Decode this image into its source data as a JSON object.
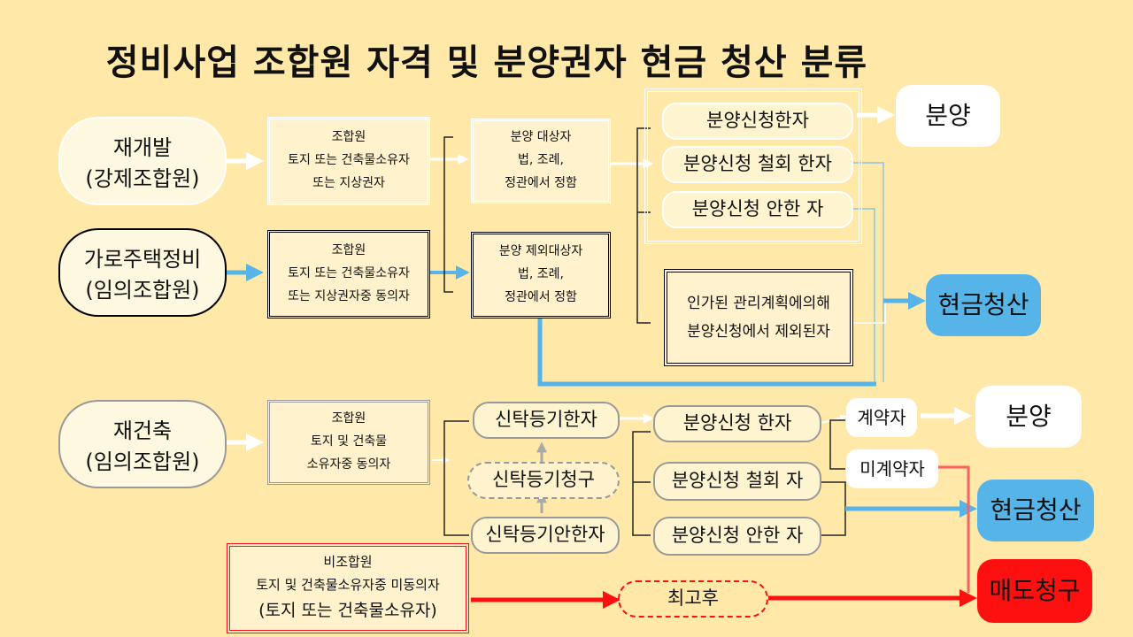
{
  "title": "정비사업 조합원 자격 및 분양권자 현금 청산 분류",
  "sources": {
    "redevelopment": {
      "line1": "재개발",
      "line2": "(강제조합원)"
    },
    "street_housing": {
      "line1": "가로주택정비",
      "line2": "(임의조합원)"
    },
    "reconstruction": {
      "line1": "재건축",
      "line2": "(임의조합원)"
    }
  },
  "member_boxes": {
    "redevelopment": {
      "line1": "조합원",
      "line2": "토지 또는 건축물소유자",
      "line3": "또는 지상권자"
    },
    "street_housing": {
      "line1": "조합원",
      "line2": "토지 또는 건축물소유자",
      "line3": "또는 지상권자중 동의자"
    },
    "reconstruction": {
      "line1": "조합원",
      "line2": "토지 및 건축물",
      "line3": "소유자중 동의자"
    }
  },
  "targets": {
    "sale_target": {
      "line1": "분양 대상자",
      "line2": "법, 조례,",
      "line3": "정관에서 정함"
    },
    "excluded_target": {
      "line1": "분양 제외대상자",
      "line2": "법, 조례,",
      "line3": "정관에서 정함"
    }
  },
  "upper_applications": {
    "applied": "분양신청한자",
    "withdrawn": "분양신청 철회 한자",
    "not_applied": "분양신청 안한 자",
    "excluded_line1": "인가된 관리계획에의해",
    "excluded_line2": "분양신청에서 제외된자"
  },
  "trust": {
    "registered": "신탁등기한자",
    "request": "신탁등기청구",
    "not_registered": "신탁등기안한자"
  },
  "lower_applications": {
    "applied": "분양신청 한자",
    "withdrawn": "분양신청 철회 자",
    "not_applied": "분양신청 안한 자"
  },
  "contract": {
    "contractor": "계약자",
    "non_contractor": "미계약자"
  },
  "non_member": {
    "line1": "비조합원",
    "line2": "토지 및 건축물소유자중 미동의자",
    "line3": "(토지 또는 건축물소유자)"
  },
  "notice": "최고후",
  "outcomes": {
    "sale_upper": "분양",
    "cash_upper": "현금청산",
    "sale_lower": "분양",
    "cash_lower": "현금청산",
    "sale_demand": "매도청구"
  },
  "colors": {
    "background": "#ffe8a8",
    "blue": "#56b4e9",
    "red": "#ff1010",
    "white": "#ffffff"
  }
}
